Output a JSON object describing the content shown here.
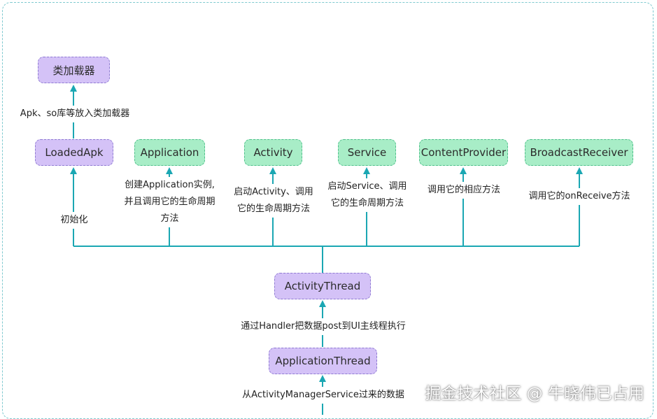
{
  "nodes": {
    "class_loader": "类加载器",
    "loaded_apk": "LoadedApk",
    "application": "Application",
    "activity": "Activity",
    "service": "Service",
    "content_provider": "ContentProvider",
    "broadcast_receiver": "BroadcastReceiver",
    "activity_thread": "ActivityThread",
    "application_thread": "ApplicationThread"
  },
  "edges": {
    "apk_to_loader": "Apk、so库等放入类加载器",
    "init": "初始化",
    "application_line1": "创建Application实例,",
    "application_line2": "并且调用它的生命周期",
    "application_line3": "方法",
    "activity_line1": "启动Activity、调用",
    "activity_line2": "它的生命周期方法",
    "service_line1": "启动Service、调用",
    "service_line2": "它的生命周期方法",
    "provider": "调用它的相应方法",
    "receiver": "调用它的onReceive方法",
    "handler_post": "通过Handler把数据post到UI主线程执行",
    "from_ams": "从ActivityManagerService过来的数据"
  },
  "watermark": "掘金技术社区 @ 牛晓伟已占用",
  "colors": {
    "connector": "#1ba7b3",
    "purple_fill": "#d4c2f7",
    "green_fill": "#a8edc7",
    "frame": "#7ec9cf"
  }
}
